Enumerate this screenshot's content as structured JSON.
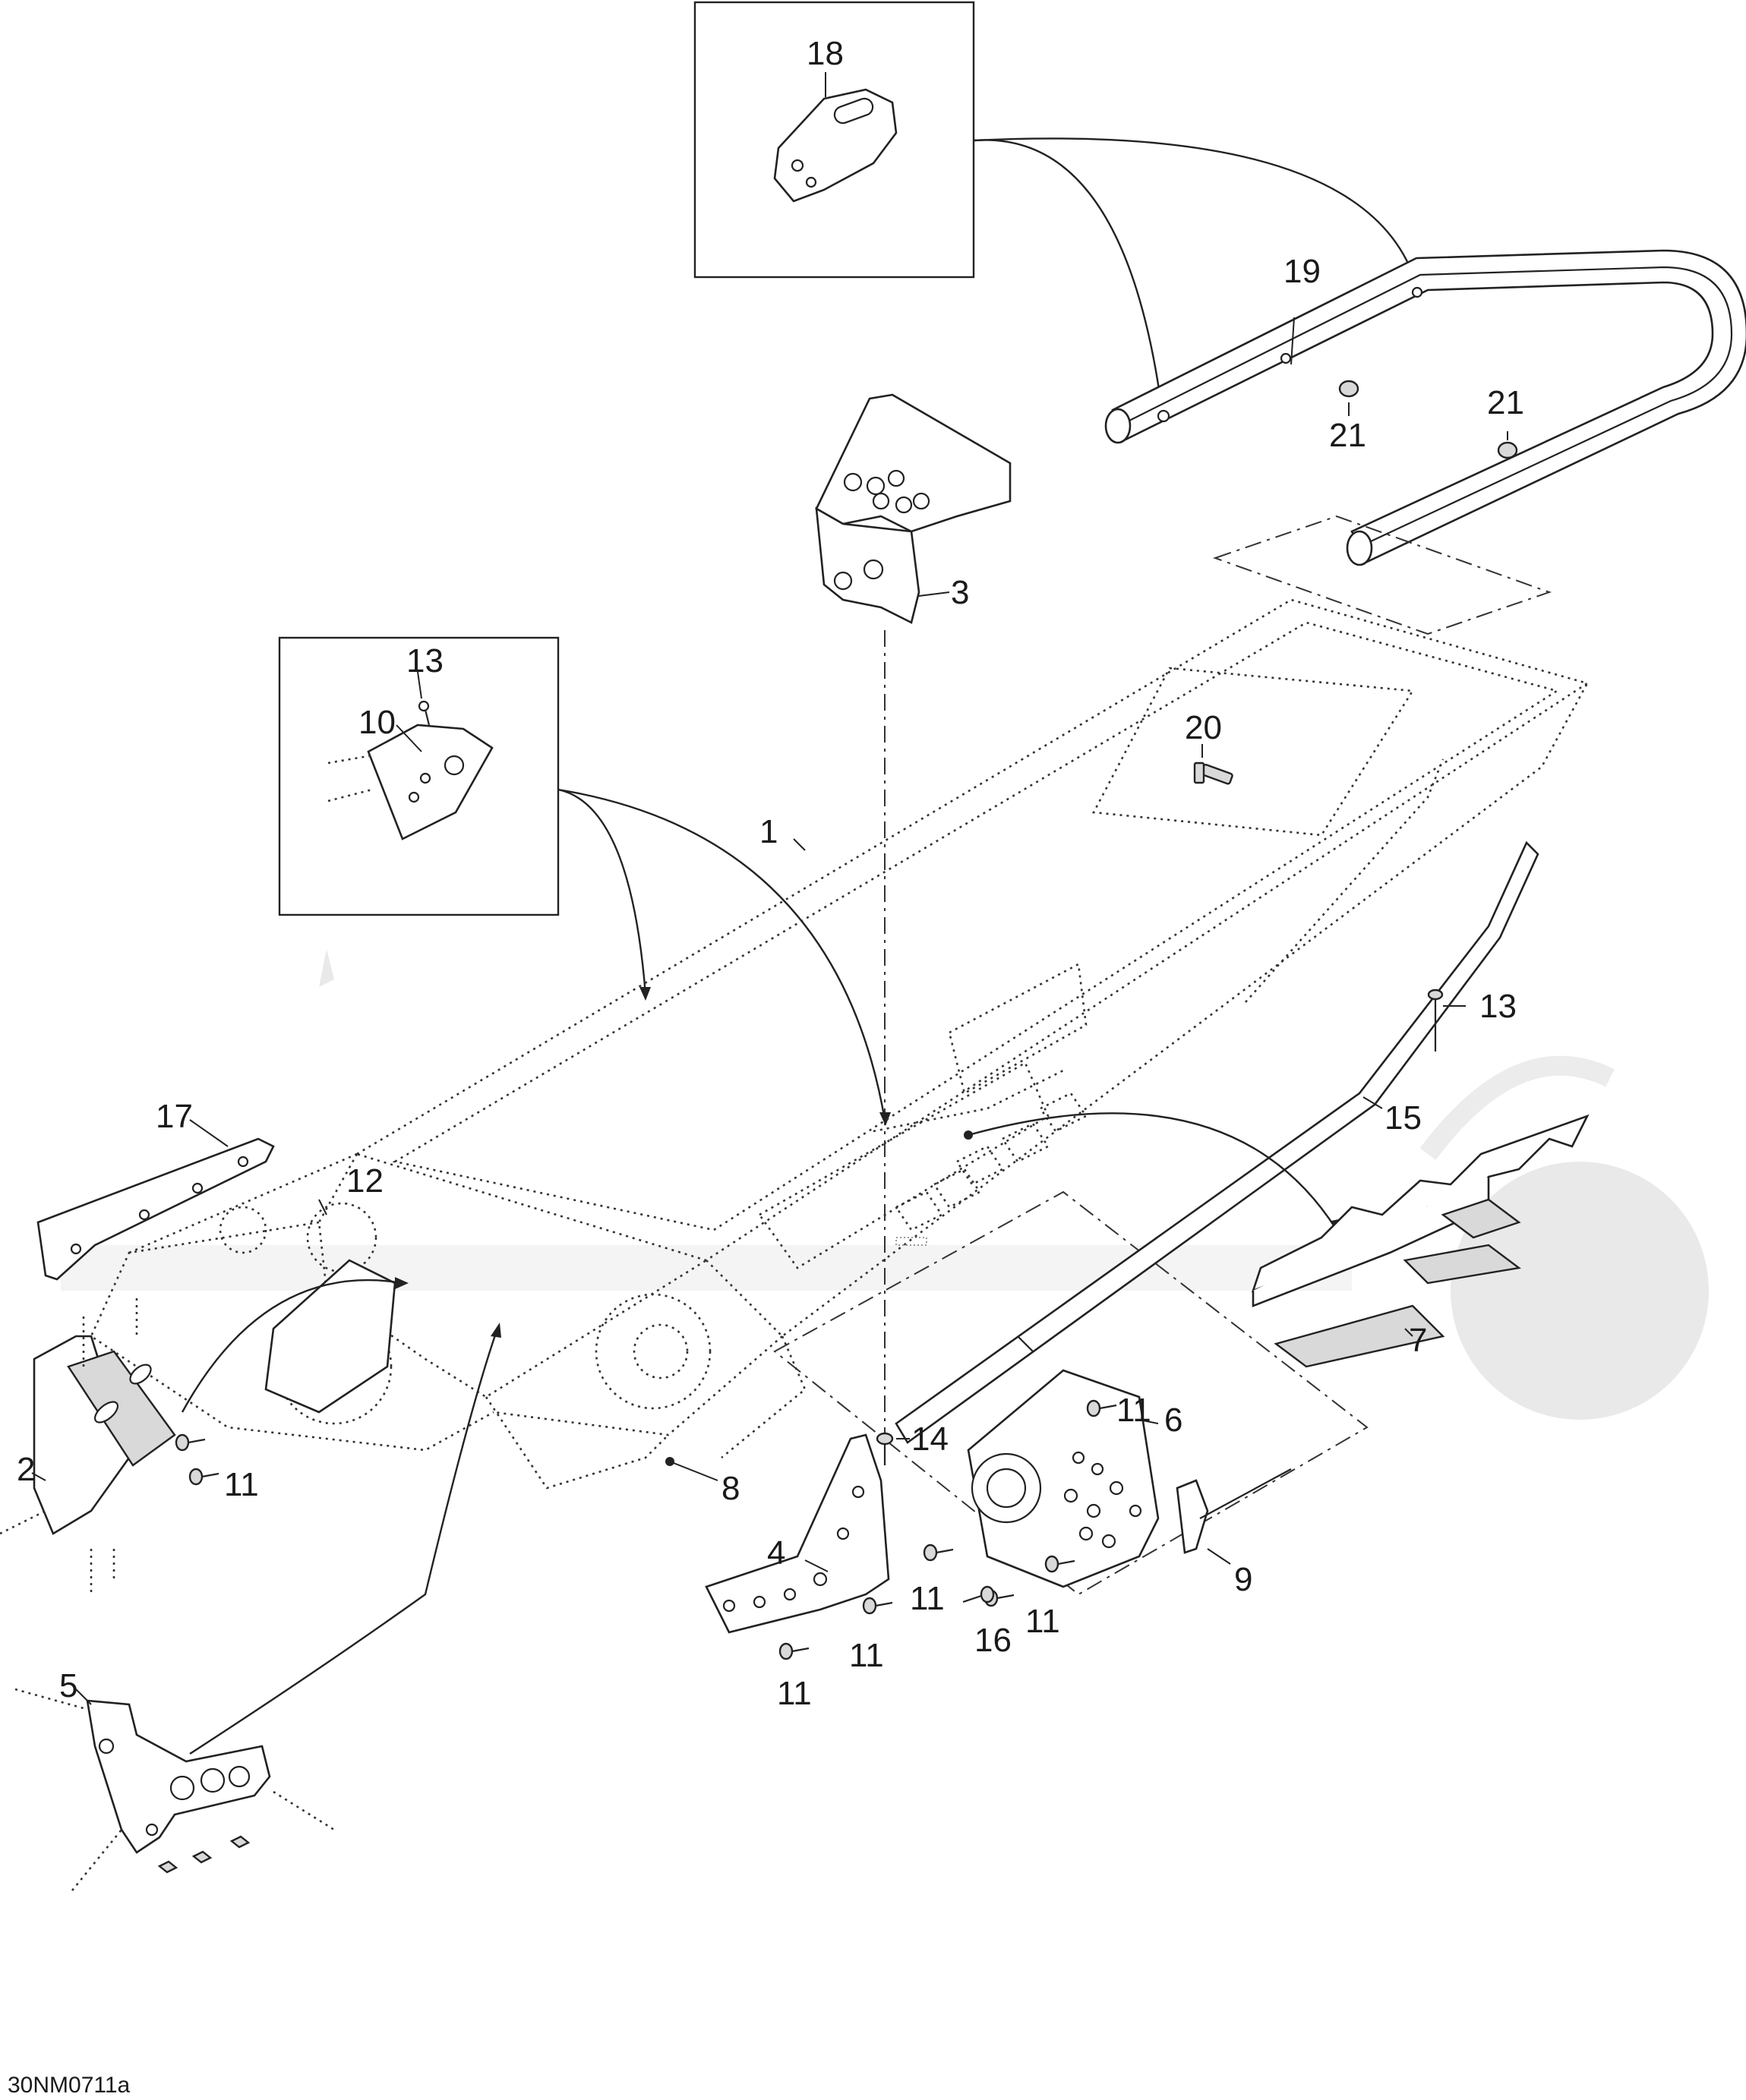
{
  "diagram": {
    "drawing_code": "30NM0711a",
    "callouts": [
      {
        "id": "c1",
        "label": "1"
      },
      {
        "id": "c2",
        "label": "2"
      },
      {
        "id": "c3",
        "label": "3"
      },
      {
        "id": "c4",
        "label": "4"
      },
      {
        "id": "c5",
        "label": "5"
      },
      {
        "id": "c6",
        "label": "6"
      },
      {
        "id": "c7",
        "label": "7"
      },
      {
        "id": "c8",
        "label": "8"
      },
      {
        "id": "c9",
        "label": "9"
      },
      {
        "id": "c10",
        "label": "10"
      },
      {
        "id": "c11a",
        "label": "11"
      },
      {
        "id": "c11b",
        "label": "11"
      },
      {
        "id": "c11c",
        "label": "11"
      },
      {
        "id": "c11d",
        "label": "11"
      },
      {
        "id": "c11e",
        "label": "11"
      },
      {
        "id": "c11f",
        "label": "11"
      },
      {
        "id": "c12",
        "label": "12"
      },
      {
        "id": "c13a",
        "label": "13"
      },
      {
        "id": "c13b",
        "label": "13"
      },
      {
        "id": "c14",
        "label": "14"
      },
      {
        "id": "c15",
        "label": "15"
      },
      {
        "id": "c16",
        "label": "16"
      },
      {
        "id": "c17",
        "label": "17"
      },
      {
        "id": "c18",
        "label": "18"
      },
      {
        "id": "c19",
        "label": "19"
      },
      {
        "id": "c20",
        "label": "20"
      },
      {
        "id": "c21a",
        "label": "21"
      },
      {
        "id": "c21b",
        "label": "21"
      }
    ]
  }
}
